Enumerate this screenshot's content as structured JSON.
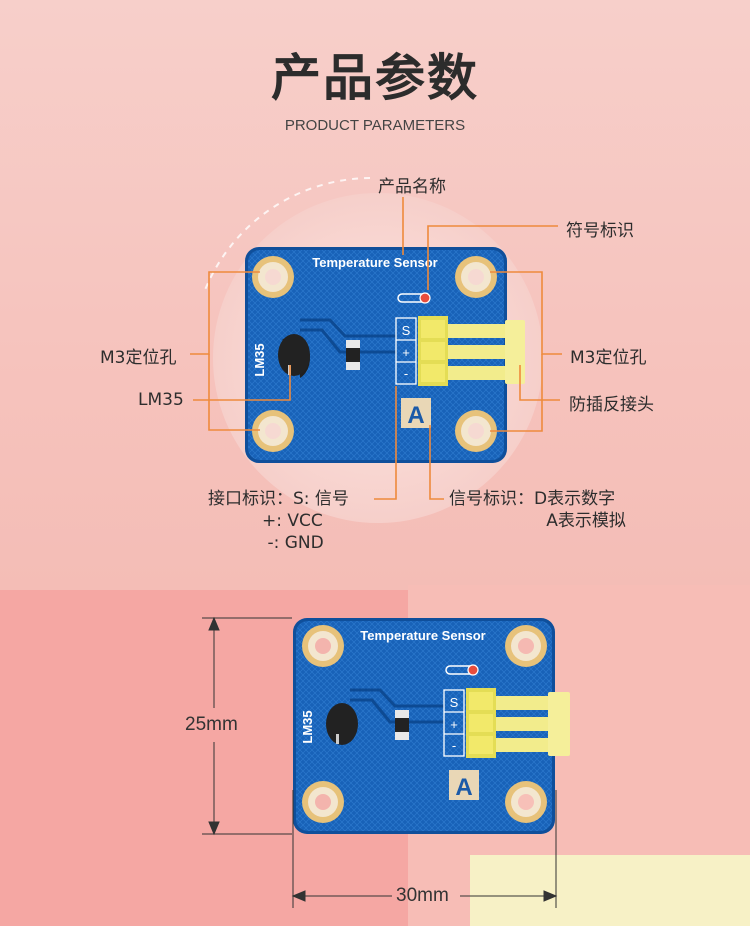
{
  "header": {
    "title": "产品参数",
    "subtitle": "PRODUCT PARAMETERS"
  },
  "board": {
    "name": "Temperature Sensor",
    "chip_label": "LM35",
    "pins": [
      "S",
      "+",
      "-"
    ],
    "signal_letter": "A"
  },
  "callouts": {
    "product_name": "产品名称",
    "symbol_mark": "符号标识",
    "mount_hole_left": "M3定位孔",
    "mount_hole_right": "M3定位孔",
    "chip": "LM35",
    "connector": "防插反接头",
    "interface_mark": "接口标识：S: 信号\n          +: VCC\n           -: GND",
    "signal_mark": "信号标识：D表示数字\n                  A表示模拟"
  },
  "dimensions": {
    "height": "25mm",
    "width": "30mm"
  },
  "colors": {
    "pcb": "#1560b5",
    "annotation_line": "#ee8a3c",
    "connector": "#f2e96a"
  }
}
